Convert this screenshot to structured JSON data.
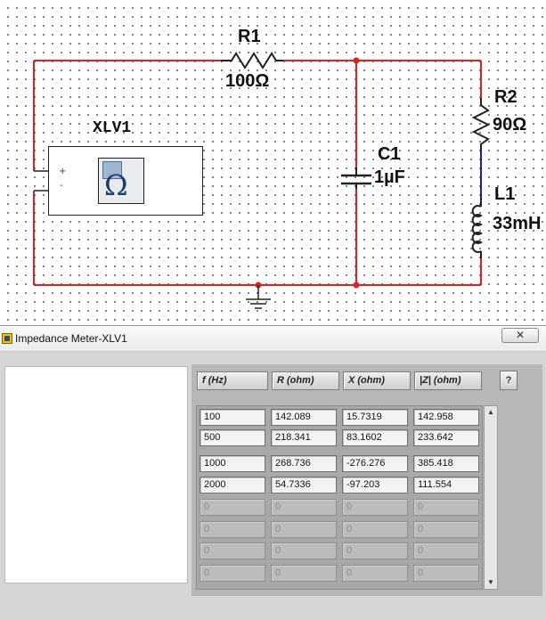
{
  "schematic": {
    "components": {
      "r1_name": "R1",
      "r1_value": "100Ω",
      "r2_name": "R2",
      "r2_value": "90Ω",
      "c1_name": "C1",
      "c1_value": "1µF",
      "l1_name": "L1",
      "l1_value": "33mH",
      "meter_name": "XLV1",
      "meter_plus": "+",
      "meter_minus": "-",
      "meter_symbol": "Ω"
    },
    "wire_color": "#e02020",
    "inductor_wire_color": "#1a1ab8"
  },
  "window": {
    "title": "Impedance Meter-XLV1",
    "close_glyph": "✕",
    "help_label": "?",
    "columns": [
      "f (Hz)",
      "R (ohm)",
      "X (ohm)",
      "|Z| (ohm)"
    ],
    "rows": [
      [
        "100",
        "142.089",
        "15.7319",
        "142.958"
      ],
      [
        "500",
        "218.341",
        "83.1602",
        "233.642"
      ],
      [
        "1000",
        "268.736",
        "-276.276",
        "385.418"
      ],
      [
        "2000",
        "54.7336",
        "-97.203",
        "111.554"
      ],
      [
        "0",
        "0",
        "0",
        "0"
      ],
      [
        "0",
        "0",
        "0",
        "0"
      ],
      [
        "0",
        "0",
        "0",
        "0"
      ],
      [
        "0",
        "0",
        "0",
        "0"
      ]
    ],
    "scroll_up_glyph": "▲",
    "scroll_down_glyph": "▼"
  }
}
